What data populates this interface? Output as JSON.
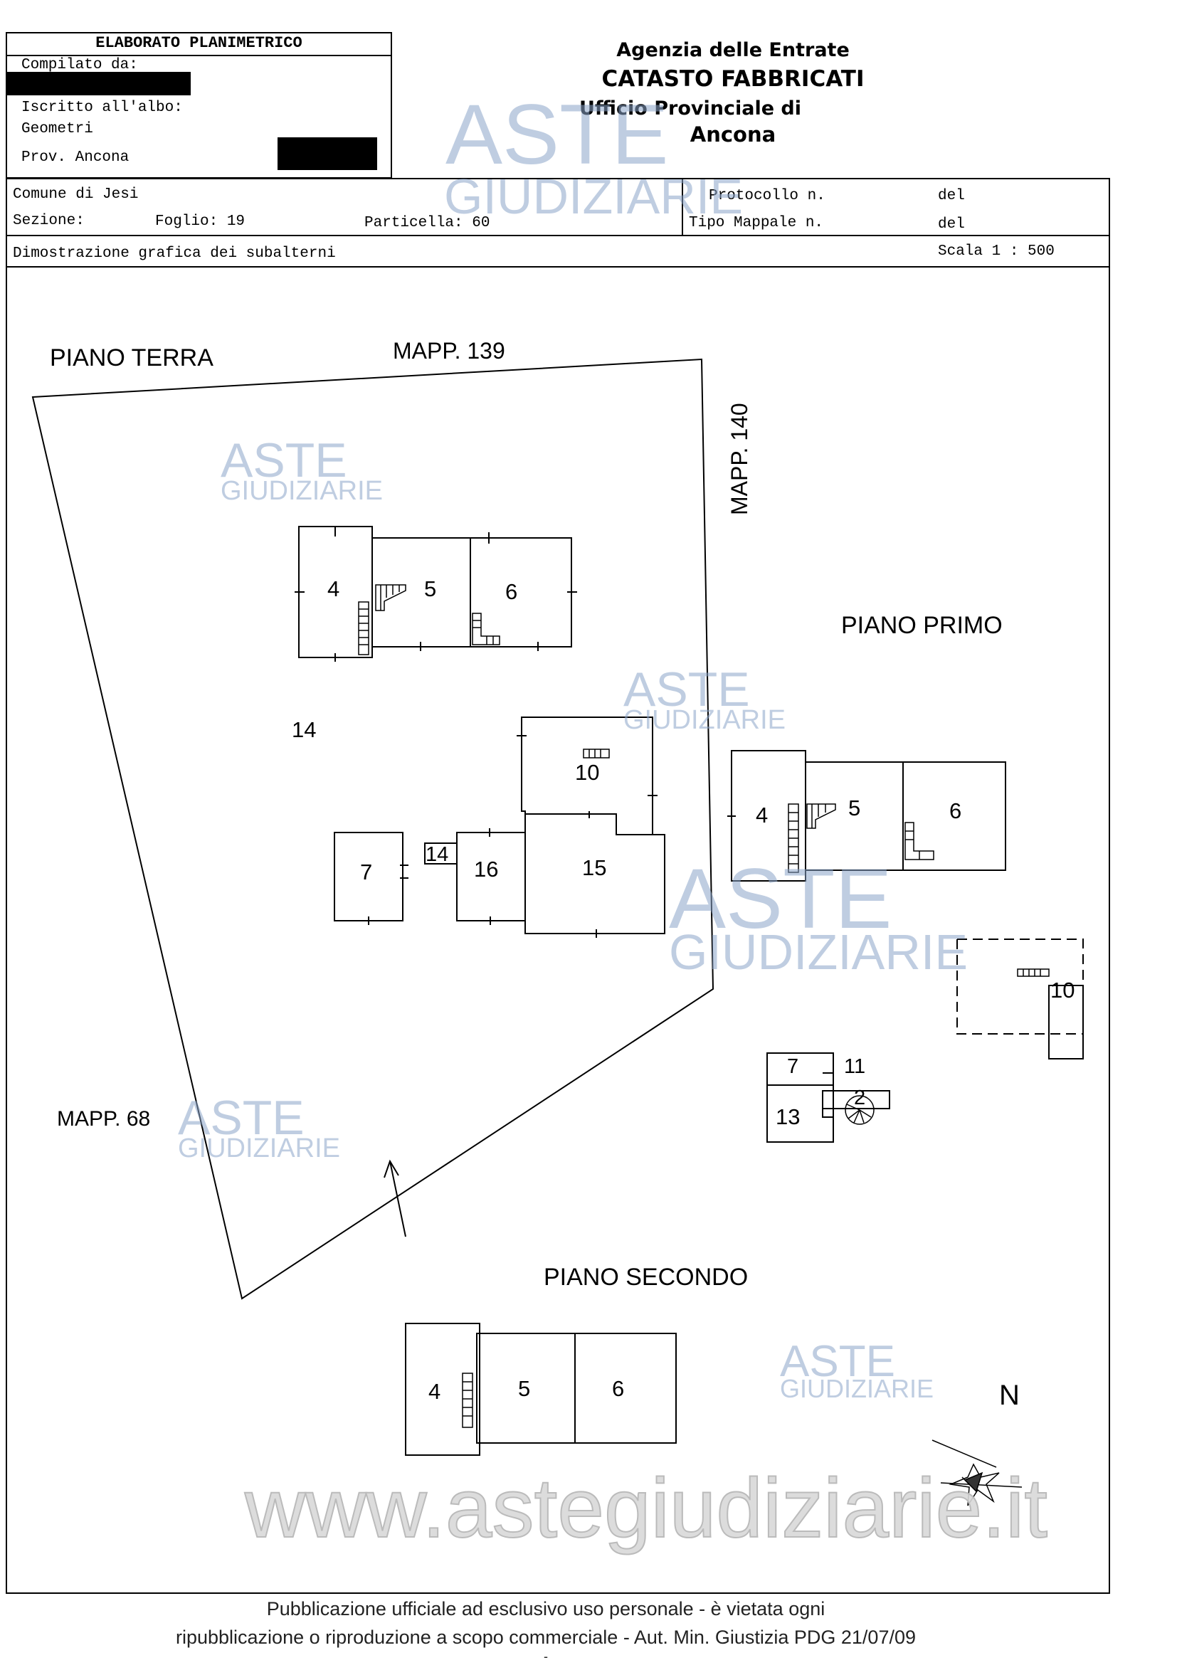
{
  "header": {
    "title": "ELABORATO PLANIMETRICO",
    "compilato_label": "Compilato da:",
    "iscritto_label": "Iscritto all'albo:",
    "albo_value": "Geometri",
    "prov_label": "Prov. Ancona",
    "agency": "Agenzia delle Entrate",
    "catasto": "CATASTO FABBRICATI",
    "ufficio": "Ufficio Provinciale di",
    "city": "Ancona"
  },
  "info": {
    "comune": "Comune di Jesi",
    "sezione": "Sezione:",
    "foglio": "Foglio: 19",
    "particella": "Particella: 60",
    "protocollo": "Protocollo n.",
    "tipo_mappale": "Tipo Mappale n.",
    "del_1": "del",
    "del_2": "del",
    "description": "Dimostrazione grafica dei subalterni",
    "scala": "Scala 1 : 500"
  },
  "plan": {
    "piano_terra": "PIANO TERRA",
    "piano_primo": "PIANO PRIMO",
    "piano_secondo": "PIANO SECONDO",
    "mapp_139": "MAPP. 139",
    "mapp_140": "MAPP. 140",
    "mapp_68": "MAPP. 68",
    "north": "N",
    "terra_units": {
      "u4": "4",
      "u5": "5",
      "u6": "6",
      "u14a": "14",
      "u10": "10",
      "u7": "7",
      "u14b": "14",
      "u16": "16",
      "u15": "15"
    },
    "primo_units": {
      "u4": "4",
      "u5": "5",
      "u6": "6",
      "u10": "10",
      "u7": "7",
      "u11": "11",
      "u2": "2",
      "u13": "13"
    },
    "secondo_units": {
      "u4": "4",
      "u5": "5",
      "u6": "6"
    }
  },
  "watermark": {
    "brand_top": "ASTE",
    "brand_bottom": "GIUDIZIARIE",
    "site": "www.astegiudiziarie.it",
    "color": "#8aa4c8"
  },
  "footer": {
    "line1": "Pubblicazione ufficiale ad esclusivo uso personale - è vietata ogni",
    "line2": "ripubblicazione o riproduzione a scopo commerciale - Aut. Min. Giustizia PDG 21/07/09",
    "line3": "-"
  }
}
